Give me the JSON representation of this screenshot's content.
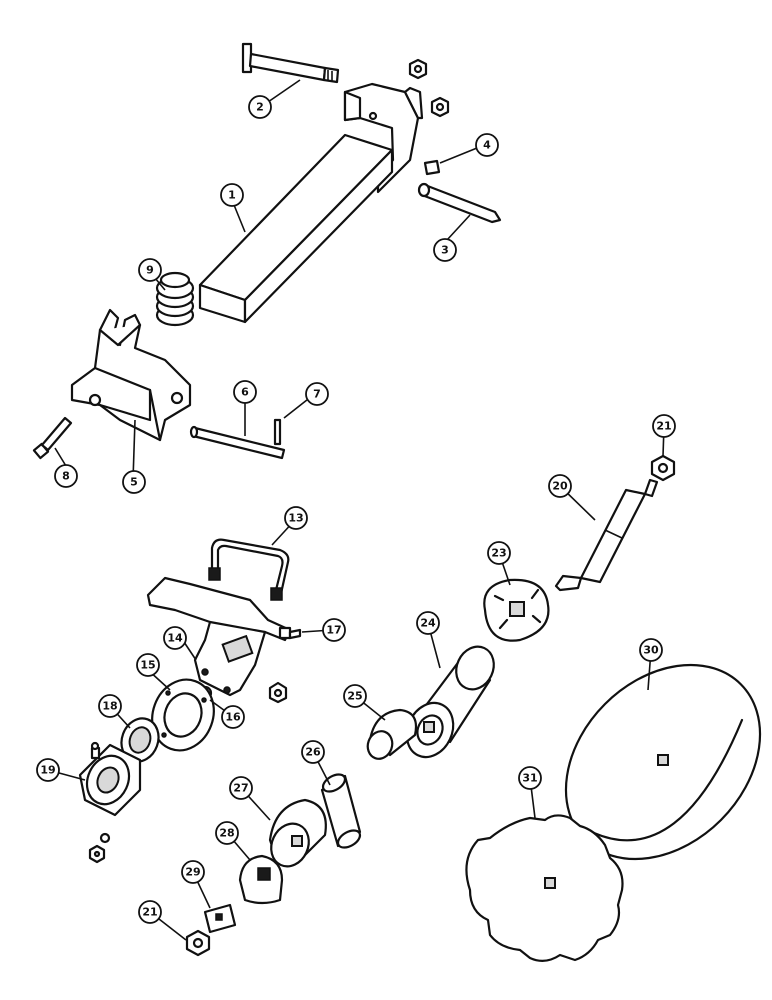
{
  "callouts": [
    {
      "id": "1",
      "label": "1"
    },
    {
      "id": "2",
      "label": "2"
    },
    {
      "id": "3",
      "label": "3"
    },
    {
      "id": "4",
      "label": "4"
    },
    {
      "id": "5",
      "label": "5"
    },
    {
      "id": "6",
      "label": "6"
    },
    {
      "id": "7",
      "label": "7"
    },
    {
      "id": "8",
      "label": "8"
    },
    {
      "id": "9",
      "label": "9"
    },
    {
      "id": "13",
      "label": "13"
    },
    {
      "id": "14",
      "label": "14"
    },
    {
      "id": "15",
      "label": "15"
    },
    {
      "id": "16",
      "label": "16"
    },
    {
      "id": "17",
      "label": "17"
    },
    {
      "id": "18",
      "label": "18"
    },
    {
      "id": "19",
      "label": "19"
    },
    {
      "id": "20",
      "label": "20"
    },
    {
      "id": "21a",
      "label": "21"
    },
    {
      "id": "21b",
      "label": "21"
    },
    {
      "id": "23",
      "label": "23"
    },
    {
      "id": "24",
      "label": "24"
    },
    {
      "id": "25",
      "label": "25"
    },
    {
      "id": "26",
      "label": "26"
    },
    {
      "id": "27",
      "label": "27"
    },
    {
      "id": "28",
      "label": "28"
    },
    {
      "id": "29",
      "label": "29"
    },
    {
      "id": "30",
      "label": "30"
    },
    {
      "id": "31",
      "label": "31"
    }
  ]
}
